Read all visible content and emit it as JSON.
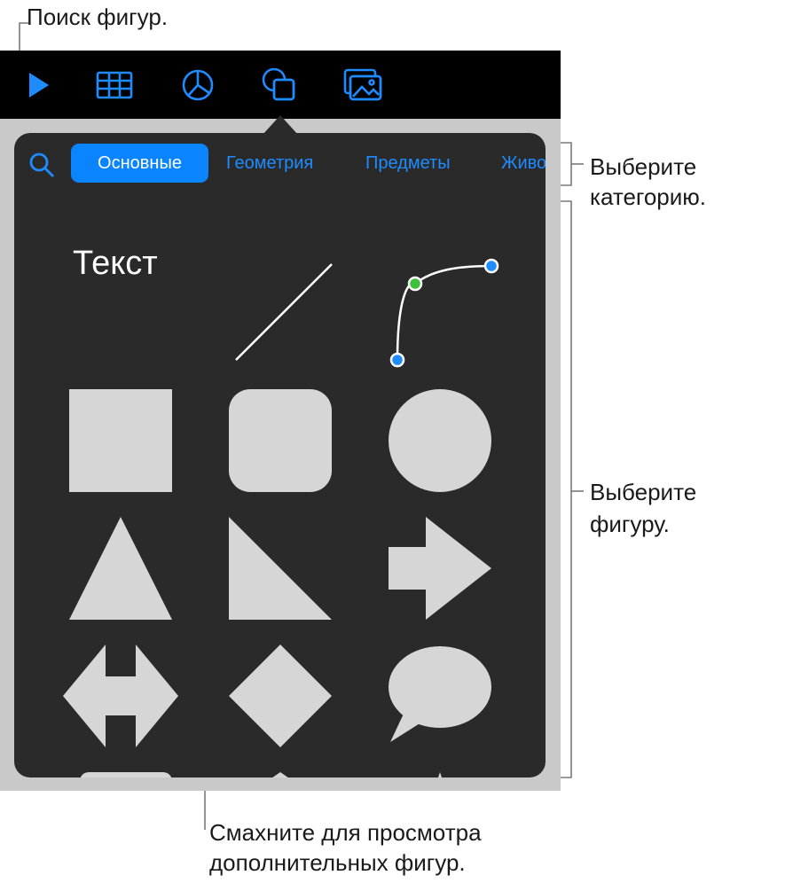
{
  "callouts": {
    "search": "Поиск фигур.",
    "category_line1": "Выберите",
    "category_line2": "категорию.",
    "shape_line1": "Выберите",
    "shape_line2": "фигуру.",
    "swipe_line1": "Смахните для просмотра",
    "swipe_line2": "дополнительных фигур."
  },
  "toolbar": {
    "icons": [
      "play-icon",
      "table-icon",
      "chart-icon",
      "shape-icon",
      "media-icon"
    ],
    "accent": "#1e8cff"
  },
  "popover": {
    "tabs": [
      "Основные",
      "Геометрия",
      "Предметы",
      "Живо"
    ],
    "active_tab": "Основные",
    "text_shape_label": "Текст",
    "shapes": [
      "text",
      "line",
      "curve",
      "square",
      "rounded-square",
      "circle",
      "triangle",
      "right-triangle",
      "arrow-right",
      "double-arrow",
      "diamond",
      "speech-bubble",
      "callout-rectangle",
      "pentagon",
      "star"
    ],
    "shape_color": "#d6d6d6",
    "background": "#2a2a2a"
  }
}
